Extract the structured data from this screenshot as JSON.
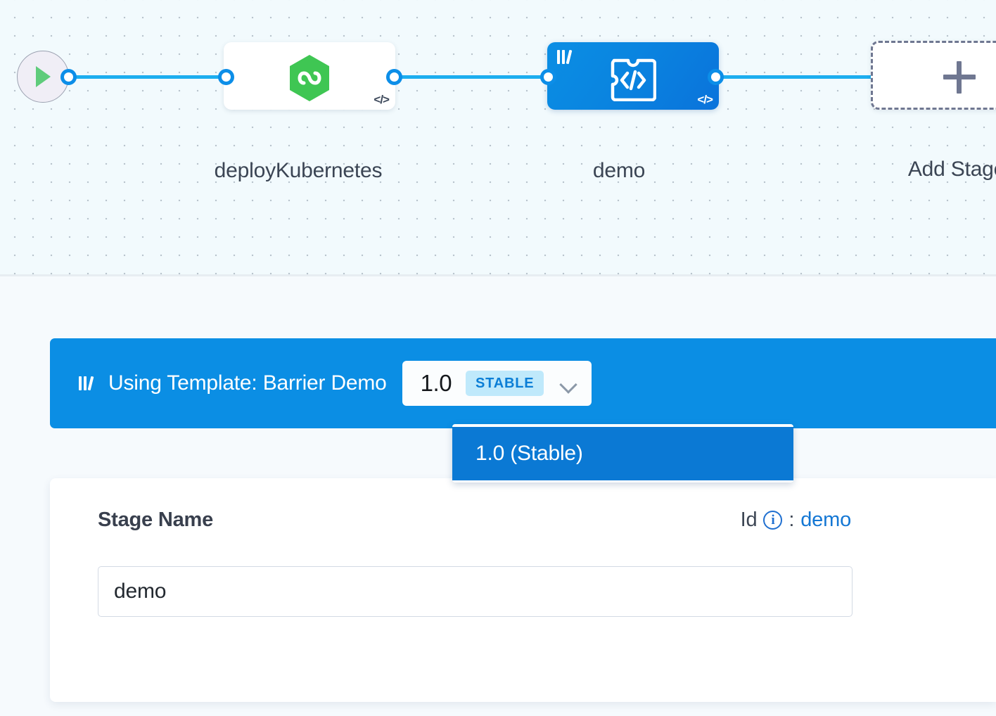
{
  "canvas": {
    "start_node": {
      "icon": "play-icon"
    },
    "stages": [
      {
        "id": "deployKubernetes",
        "label": "deployKubernetes",
        "icon": "harness-hexagon-icon",
        "corner_icon": "code-icon",
        "selected": false
      },
      {
        "id": "demo",
        "label": "demo",
        "icon": "template-puzzle-code-icon",
        "corner_icon": "code-icon",
        "badge_icon": "template-library-icon",
        "selected": true
      }
    ],
    "add_stage": {
      "label": "Add Stage",
      "icon": "plus-icon"
    }
  },
  "template_banner": {
    "icon": "template-library-icon",
    "text": "Using Template: Barrier Demo",
    "version": {
      "value": "1.0",
      "badge": "STABLE",
      "chevron": "chevron-down-icon"
    },
    "accent_color": "#0b8ee4",
    "badge_bg": "#bfe9fb",
    "badge_color": "#0b7ed6"
  },
  "version_dropdown": {
    "open": true,
    "options": [
      {
        "label": "1.0 (Stable)",
        "selected": true
      }
    ],
    "selected_bg": "#0b79d4"
  },
  "stage_card": {
    "stage_name_label": "Stage Name",
    "id_label": "Id",
    "id_info_icon": "info-icon",
    "id_separator": ":",
    "id_value": "demo",
    "id_value_color": "#1477d4",
    "stage_name_input": {
      "value": "demo",
      "placeholder": "Stage Name"
    }
  }
}
